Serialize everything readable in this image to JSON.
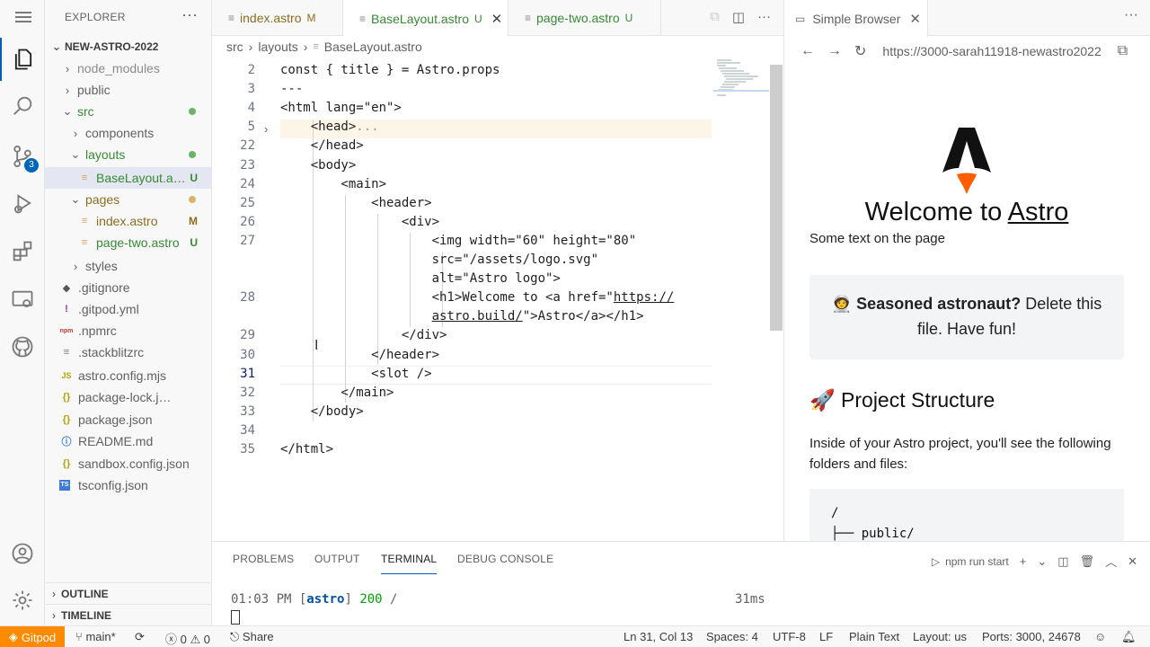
{
  "activity": {
    "scm_badge": "3"
  },
  "sidebar": {
    "title": "EXPLORER",
    "root": "NEW-ASTRO-2022",
    "items": [
      {
        "label": "node_modules",
        "chev": "›",
        "status": ""
      },
      {
        "label": "public",
        "chev": "›",
        "status": ""
      },
      {
        "label": "src",
        "chev": "⌄",
        "status": ""
      },
      {
        "label": "components",
        "chev": "›",
        "status": ""
      },
      {
        "label": "layouts",
        "chev": "⌄",
        "status": ""
      },
      {
        "label": "BaseLayout.astro",
        "status": "U"
      },
      {
        "label": "pages",
        "chev": "⌄",
        "status": ""
      },
      {
        "label": "index.astro",
        "status": "M"
      },
      {
        "label": "page-two.astro",
        "status": "U"
      },
      {
        "label": "styles",
        "chev": "›",
        "status": ""
      },
      {
        "label": ".gitignore",
        "icon": "◆",
        "status": ""
      },
      {
        "label": ".gitpod.yml",
        "icon": "!",
        "status": ""
      },
      {
        "label": ".npmrc",
        "icon": "npm",
        "status": ""
      },
      {
        "label": ".stackblitzrc",
        "icon": "≡",
        "status": ""
      },
      {
        "label": "astro.config.mjs",
        "icon": "JS",
        "status": ""
      },
      {
        "label": "package-lock.json",
        "icon": "{}",
        "status": ""
      },
      {
        "label": "package.json",
        "icon": "{}",
        "status": ""
      },
      {
        "label": "README.md",
        "icon": "ⓘ",
        "status": ""
      },
      {
        "label": "sandbox.config.json",
        "icon": "{}",
        "status": ""
      },
      {
        "label": "tsconfig.json",
        "icon": "TS",
        "status": ""
      }
    ],
    "outline": "OUTLINE",
    "timeline": "TIMELINE"
  },
  "tabs": [
    {
      "label": "index.astro",
      "status": "M"
    },
    {
      "label": "BaseLayout.astro",
      "status": "U"
    },
    {
      "label": "page-two.astro",
      "status": "U"
    }
  ],
  "breadcrumb": [
    "src",
    "layouts",
    "BaseLayout.astro"
  ],
  "editor": {
    "lines": [
      {
        "n": "2",
        "code": "const { title } = Astro.props"
      },
      {
        "n": "3",
        "code": "---"
      },
      {
        "n": "4",
        "code": "<html lang=\"en\">"
      },
      {
        "n": "5",
        "code": "    <head>"
      },
      {
        "n": "22",
        "code": "    </head>"
      },
      {
        "n": "23",
        "code": "    <body>"
      },
      {
        "n": "24",
        "code": "        <main>"
      },
      {
        "n": "25",
        "code": "            <header>"
      },
      {
        "n": "26",
        "code": "                <div>"
      },
      {
        "n": "27",
        "code": "                    <img width=\"60\" height=\"80\""
      },
      {
        "n": "",
        "code": "                    src=\"/assets/logo.svg\""
      },
      {
        "n": "",
        "code": "                    alt=\"Astro logo\">"
      },
      {
        "n": "28",
        "code": "                    <h1>Welcome to <a href=\""
      },
      {
        "n": "",
        "code": "                    "
      },
      {
        "n": "29",
        "code": "                </div>"
      },
      {
        "n": "30",
        "code": "            </header>"
      },
      {
        "n": "31",
        "code": "            <slot />"
      },
      {
        "n": "32",
        "code": "        </main>"
      },
      {
        "n": "33",
        "code": "    </body>"
      },
      {
        "n": "34",
        "code": ""
      },
      {
        "n": "35",
        "code": "</html>"
      }
    ],
    "fold_ellipsis": "...",
    "link1": "https://",
    "link2": "astro.build/",
    "link_tail": "\">Astro</a></h1>"
  },
  "browser": {
    "tab": "Simple Browser",
    "url": "https://3000-sarah11918-newastro2022",
    "welcome_prefix": "Welcome to ",
    "welcome_link": "Astro",
    "some_text": "Some text on the page",
    "card_emoji": "🧑‍🚀",
    "card_bold": "Seasoned astronaut?",
    "card_rest": " Delete this file. Have fun!",
    "h2_emoji": "🚀",
    "h2": "Project Structure",
    "para": "Inside of your Astro project, you'll see the following folders and files:",
    "pre": "/\n├── public/"
  },
  "panel": {
    "tabs": [
      "PROBLEMS",
      "OUTPUT",
      "TERMINAL",
      "DEBUG CONSOLE"
    ],
    "terminal_name": "npm run start",
    "term_time": "01:03 PM",
    "term_tag": "astro",
    "term_status": "200",
    "term_path": "/",
    "term_duration": "31ms"
  },
  "status": {
    "gitpod": "Gitpod",
    "branch": "main*",
    "errors": "0",
    "warnings": "0",
    "share": "Share",
    "position": "Ln 31, Col 13",
    "spaces": "Spaces: 4",
    "encoding": "UTF-8",
    "eol": "LF",
    "language": "Plain Text",
    "layout": "Layout: us",
    "ports": "Ports: 3000, 24678"
  }
}
